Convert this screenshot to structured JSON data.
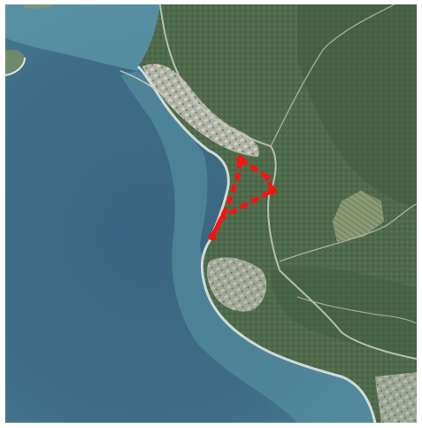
{
  "map": {
    "kind": "satellite-imagery",
    "colors": {
      "sea_deep": "#3d6a84",
      "sea_mid": "#4c7f95",
      "sea_shallow": "#5fa0ad",
      "shore_foam": "#dfe6e3",
      "forest": "#4e6a4c",
      "forest_dark": "#3f5a3e",
      "settlement": "#bcb6a8",
      "field": "#8a9873",
      "road": "#c7c8bd"
    }
  },
  "route": {
    "color": "#ff1010",
    "style": "dashed",
    "closed_loop": true,
    "waypoint_count": 4
  }
}
